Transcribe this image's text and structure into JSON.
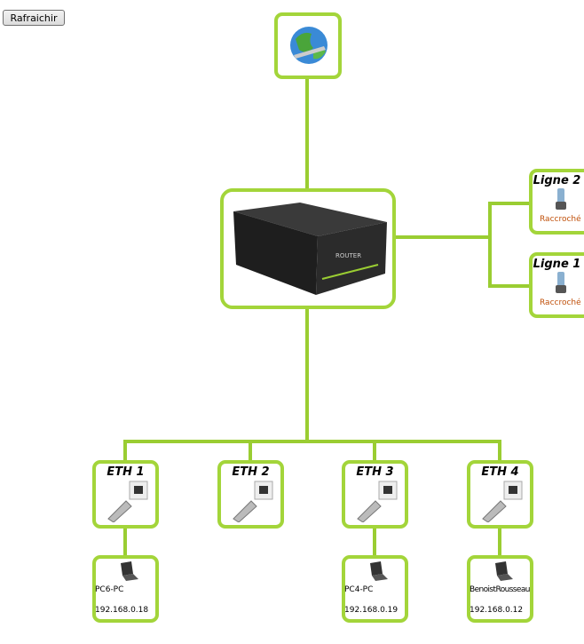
{
  "toolbar": {
    "refresh_label": "Rafraichir"
  },
  "lines": [
    {
      "title": "Ligne 2",
      "status": "Raccroché"
    },
    {
      "title": "Ligne 1",
      "status": "Raccroché"
    }
  ],
  "ports": [
    {
      "label": "ETH 1"
    },
    {
      "label": "ETH 2"
    },
    {
      "label": "ETH 3"
    },
    {
      "label": "ETH 4"
    }
  ],
  "devices": [
    {
      "name": "PC6-PC",
      "ip": "192.168.0.18"
    },
    {
      "name": "PC4-PC",
      "ip": "192.168.0.19"
    },
    {
      "name": "BenoistRousseau",
      "ip": "192.168.0.12"
    }
  ],
  "colors": {
    "line": "#9acd32",
    "status": "#c0500a"
  }
}
